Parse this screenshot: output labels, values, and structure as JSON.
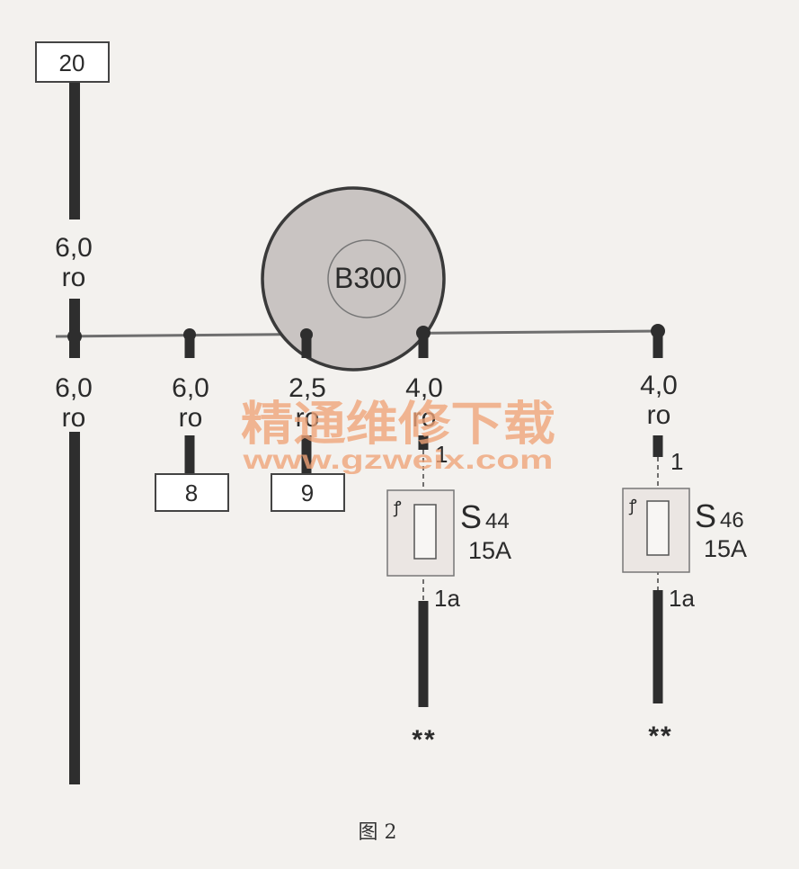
{
  "diagram": {
    "top_terminal": "20",
    "main_wire_top": {
      "gauge": "6,0",
      "color": "ro"
    },
    "main_wire_bottom": {
      "gauge": "6,0",
      "color": "ro"
    },
    "branch_8": {
      "gauge": "6,0",
      "color": "ro",
      "terminal": "8"
    },
    "branch_9": {
      "gauge": "2,5",
      "color": "ro",
      "terminal": "9"
    },
    "branch_s44": {
      "gauge": "4,0",
      "color": "ro"
    },
    "branch_s46": {
      "gauge": "4,0",
      "color": "ro"
    },
    "bus_component": "B300",
    "fuse_s44": {
      "name": "S",
      "number": "44",
      "rating": "15A",
      "pin_in": "1",
      "pin_out": "1a",
      "continuation": "**"
    },
    "fuse_s46": {
      "name": "S",
      "number": "46",
      "rating": "15A",
      "pin_in": "1",
      "pin_out": "1a",
      "continuation": "**"
    }
  },
  "watermark": {
    "chinese": "精通维修下载",
    "url": "www.gzweix.com"
  },
  "caption": "图 2",
  "colors": {
    "background": "#f3f1ee",
    "wire": "#2e2e2e",
    "bus_fill": "#c9c4c2",
    "watermark": "#f0a377"
  }
}
